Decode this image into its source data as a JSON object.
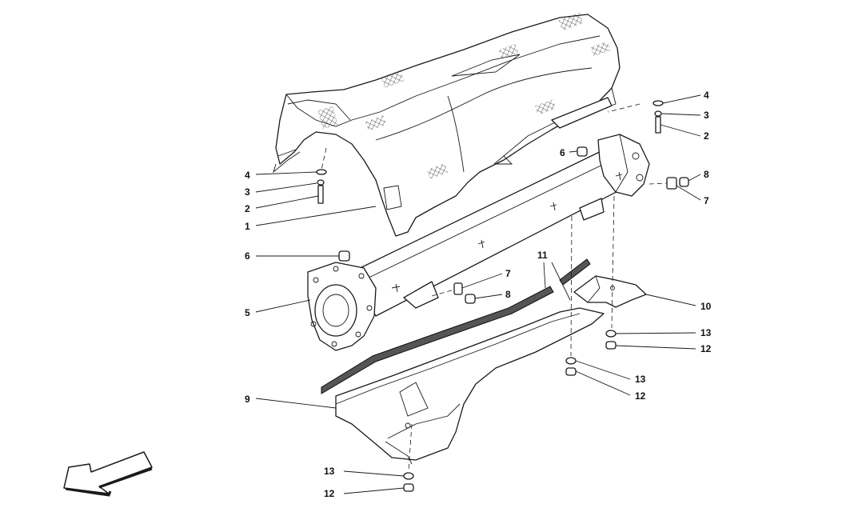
{
  "callouts": {
    "c1": "1",
    "c2_left": "2",
    "c2_right": "2",
    "c3_left": "3",
    "c3_right": "3",
    "c4_left": "4",
    "c4_right": "4",
    "c5": "5",
    "c6_left": "6",
    "c6_top": "6",
    "c7_mid": "7",
    "c7_right": "7",
    "c8_mid": "8",
    "c8_right": "8",
    "c9": "9",
    "c10": "10",
    "c11": "11",
    "c12_a": "12",
    "c12_b": "12",
    "c12_c": "12",
    "c13_a": "13",
    "c13_b": "13",
    "c13_c": "13"
  },
  "icons": {
    "direction": "front-direction-arrow-icon"
  }
}
